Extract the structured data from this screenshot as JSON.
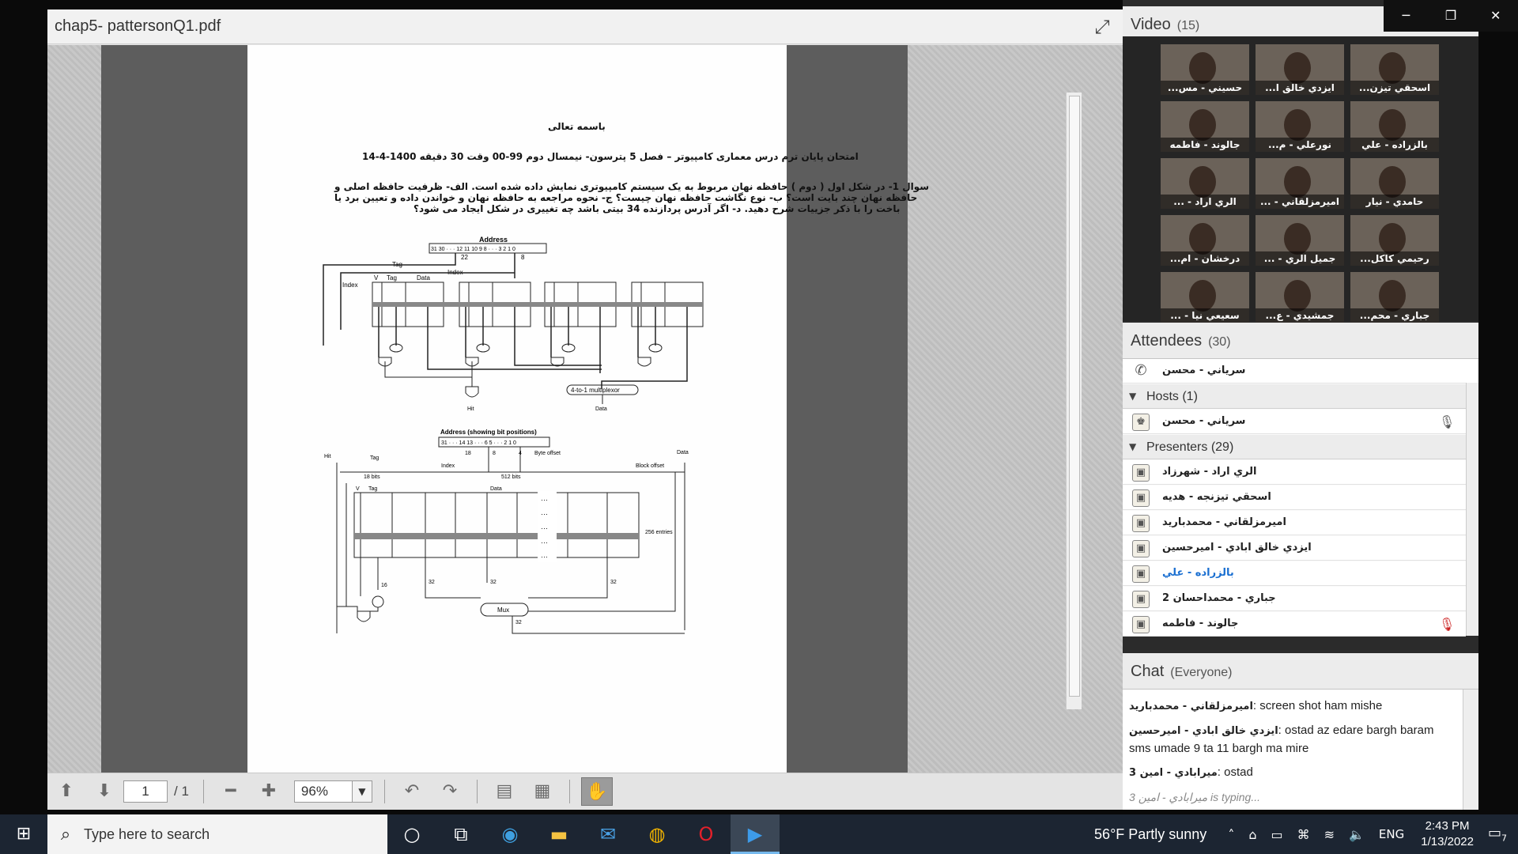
{
  "window_controls": {
    "minimize": "─",
    "maximize": "❐",
    "close": "✕"
  },
  "pdf": {
    "title": "chap5- pattersonQ1.pdf",
    "page_current": "1",
    "page_total": "/ 1",
    "zoom": "96%",
    "doc": {
      "line1": "باسمه تعالی",
      "line2": "امتحان پایان ترم درس معماری کامپیوتر – فصل 5 پترسون- نیمسال دوم 99-00   وقت 30 دقیقه   1400-4-14",
      "q1": "سوال 1-  در شکل اول ( دوم ) حافظه نهان مربوط به یک سیستم کامپیوتری نمایش داده شده است. الف- ظرفیت حافظه اصلی و",
      "q2": "حافظه نهان چند بایت است؟ ب- نوع نگاشت حافظه نهان چیست؟ ج- نحوه مراجعه به حافظه نهان و خواندن داده و تعیین برد یا",
      "q3": "باخت را با ذکر جزییات شرح دهید. د- اگر آدرس پردازنده 34 بیتی باشد چه تغییری در شکل ایجاد می شود؟",
      "fig1_title": "Address",
      "fig1_bits": "31 30 · · · 12 11 10 9 8 · · · 3 2 1 0",
      "fig1_22": "22",
      "fig1_8": "8",
      "fig1_tag": "Tag",
      "fig1_index": "Index",
      "fig1_col_index": "Index",
      "fig1_v": "V",
      "fig1_tagcol": "Tag",
      "fig1_data": "Data",
      "fig1_mux": "4-to-1 multiplexor",
      "fig1_hit": "Hit",
      "fig1_dataout": "Data",
      "fig2_title": "Address (showing bit positions)",
      "fig2_bits": "31  · · ·  14 13 · · · 6 5 · · · 2 1 0",
      "fig2_18": "18",
      "fig2_8": "8",
      "fig2_4": "4",
      "fig2_byte": "Byte offset",
      "fig2_hit": "Hit",
      "fig2_tag": "Tag",
      "fig2_index": "Index",
      "fig2_block": "Block offset",
      "fig2_data": "Data",
      "fig2_18bits": "18 bits",
      "fig2_512bits": "512 bits",
      "fig2_v": "V",
      "fig2_tagcol": "Tag",
      "fig2_datacol": "Data",
      "fig2_entries": "256 entries",
      "fig2_16": "16",
      "fig2_32a": "32",
      "fig2_32b": "32",
      "fig2_32c": "32",
      "fig2_mux": "Mux",
      "fig2_32d": "32"
    }
  },
  "video": {
    "title": "Video",
    "count": "(15)",
    "tiles": [
      "حسيني - مس...",
      "ايزدي خالق ا...",
      "اسحقي تيزن...",
      "جالوند - فاطمه",
      "نورعلي - م...",
      "بالزراده - علي",
      "الري اراد - ...",
      "اميرمزلقاني - ...",
      "حامدي - نيار",
      "درخشان - ام...",
      "جميل الري - ...",
      "رحيمي كاكل...",
      "سعيعي نيا - ...",
      "جمشيدي - ع...",
      "جباري - محم..."
    ]
  },
  "attendees": {
    "title": "Attendees",
    "count": "(30)",
    "top_user": "سرياني - محسن",
    "hosts_label": "Hosts (1)",
    "host": "سرياني - محسن",
    "presenters_label": "Presenters (29)",
    "presenters": [
      "الري اراد - شهرزاد",
      "اسحقي تيزنجه - هديه",
      "اميرمزلقاني - محمدباريد",
      "ايزدي خالق ابادي - اميرحسين",
      "بالزراده - علي",
      "جباري - محمداحسان 2",
      "جالوند - فاطمه"
    ]
  },
  "chat": {
    "title": "Chat",
    "scope": "(Everyone)",
    "messages": [
      {
        "who": "اميرمزلقاني - محمدباريد",
        "text": ": screen shot ham mishe"
      },
      {
        "who": "ايزدي خالق ابادي - اميرحسين",
        "text": ": ostad az edare bargh baram sms umade 9 ta 11 bargh ma mire"
      },
      {
        "who": "ميرابادي - امين 3",
        "text": ": ostad"
      }
    ],
    "typing": "3 ميرابادي - امين is typing..."
  },
  "taskbar": {
    "search_placeholder": "Type here to search",
    "weather": "56°F  Partly sunny",
    "lang": "ENG",
    "time": "2:43 PM",
    "date": "1/13/2022",
    "notif_count": "7"
  },
  "colors": {
    "accent": "#1a6fd1",
    "taskbar": "#1c2532"
  }
}
